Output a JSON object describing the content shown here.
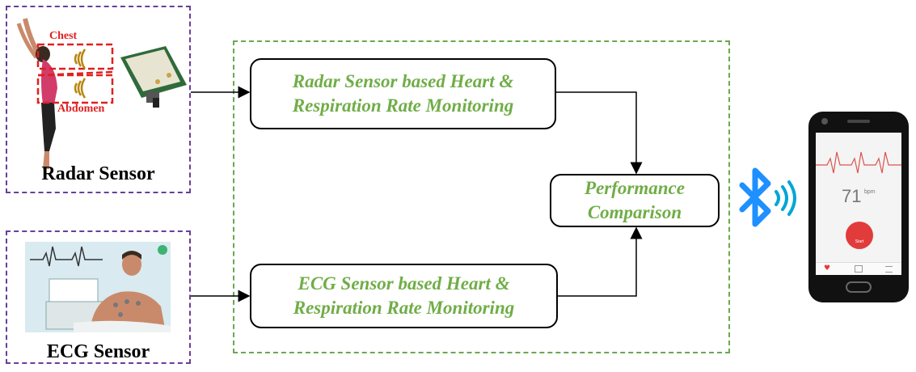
{
  "radar_panel": {
    "label": "Radar Sensor",
    "chest_label": "Chest",
    "abdomen_label": "Abdomen"
  },
  "ecg_panel": {
    "label": "ECG Sensor"
  },
  "nodes": {
    "radar_monitor": {
      "line1": "Radar Sensor based Heart &",
      "line2": "Respiration Rate Monitoring"
    },
    "ecg_monitor": {
      "line1": "ECG Sensor based Heart &",
      "line2": "Respiration Rate Monitoring"
    },
    "comparison": {
      "line1": "Performance",
      "line2": "Comparison"
    }
  },
  "phone": {
    "heart_rate": "71",
    "unit": "bpm",
    "button_label": "Start"
  },
  "colors": {
    "node_text": "#70ad47",
    "purple_border": "#6a3d9a",
    "green_border": "#6aa84f",
    "bluetooth": "#1e90ff",
    "signal": "#00a6d6"
  }
}
